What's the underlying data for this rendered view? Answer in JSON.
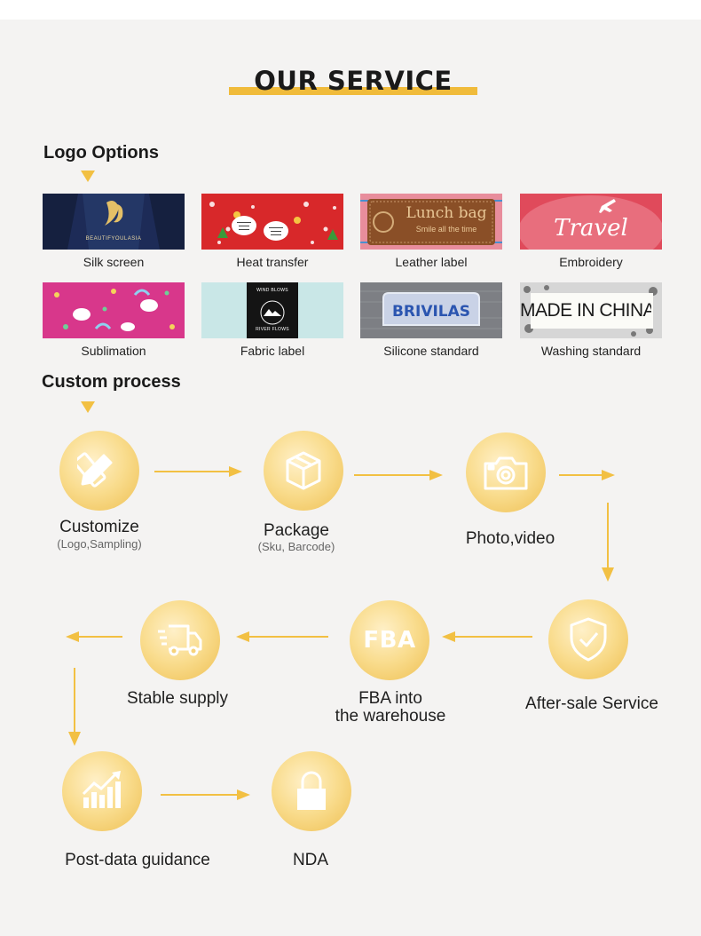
{
  "title": "OUR SERVICE",
  "logo_options": {
    "heading": "Logo Options",
    "items": [
      {
        "label": "Silk screen",
        "text": "BEAUTIFYOULASIA"
      },
      {
        "label": "Heat transfer"
      },
      {
        "label": "Leather label",
        "text": "Lunch bag",
        "subtext": "Smile all the time"
      },
      {
        "label": "Embroidery",
        "text": "Travel"
      },
      {
        "label": "Sublimation"
      },
      {
        "label": "Fabric label",
        "text": "WIND BLOWS",
        "subtext": "RIVER FLOWS"
      },
      {
        "label": "Silicone standard",
        "text": "BRIVILAS"
      },
      {
        "label": "Washing standard",
        "text": "MADE IN CHINA"
      }
    ]
  },
  "custom_process": {
    "heading": "Custom process",
    "steps": [
      {
        "label": "Customize",
        "sub": "(Logo,Sampling)",
        "icon": "pencil-ruler-icon"
      },
      {
        "label": "Package",
        "sub": "(Sku, Barcode)",
        "icon": "box-icon"
      },
      {
        "label": "Photo,video",
        "icon": "camera-icon"
      },
      {
        "label": "After-sale Service",
        "icon": "shield-check-icon"
      },
      {
        "label_line1": "FBA into",
        "label_line2": "the warehouse",
        "icon_text": "FBA"
      },
      {
        "label": "Stable supply",
        "icon": "truck-icon"
      },
      {
        "label": "Post-data guidance",
        "icon": "bar-chart-icon"
      },
      {
        "label": "NDA",
        "icon": "lock-icon"
      }
    ]
  },
  "colors": {
    "accent": "#f0bb3b",
    "background": "#f4f3f2"
  }
}
